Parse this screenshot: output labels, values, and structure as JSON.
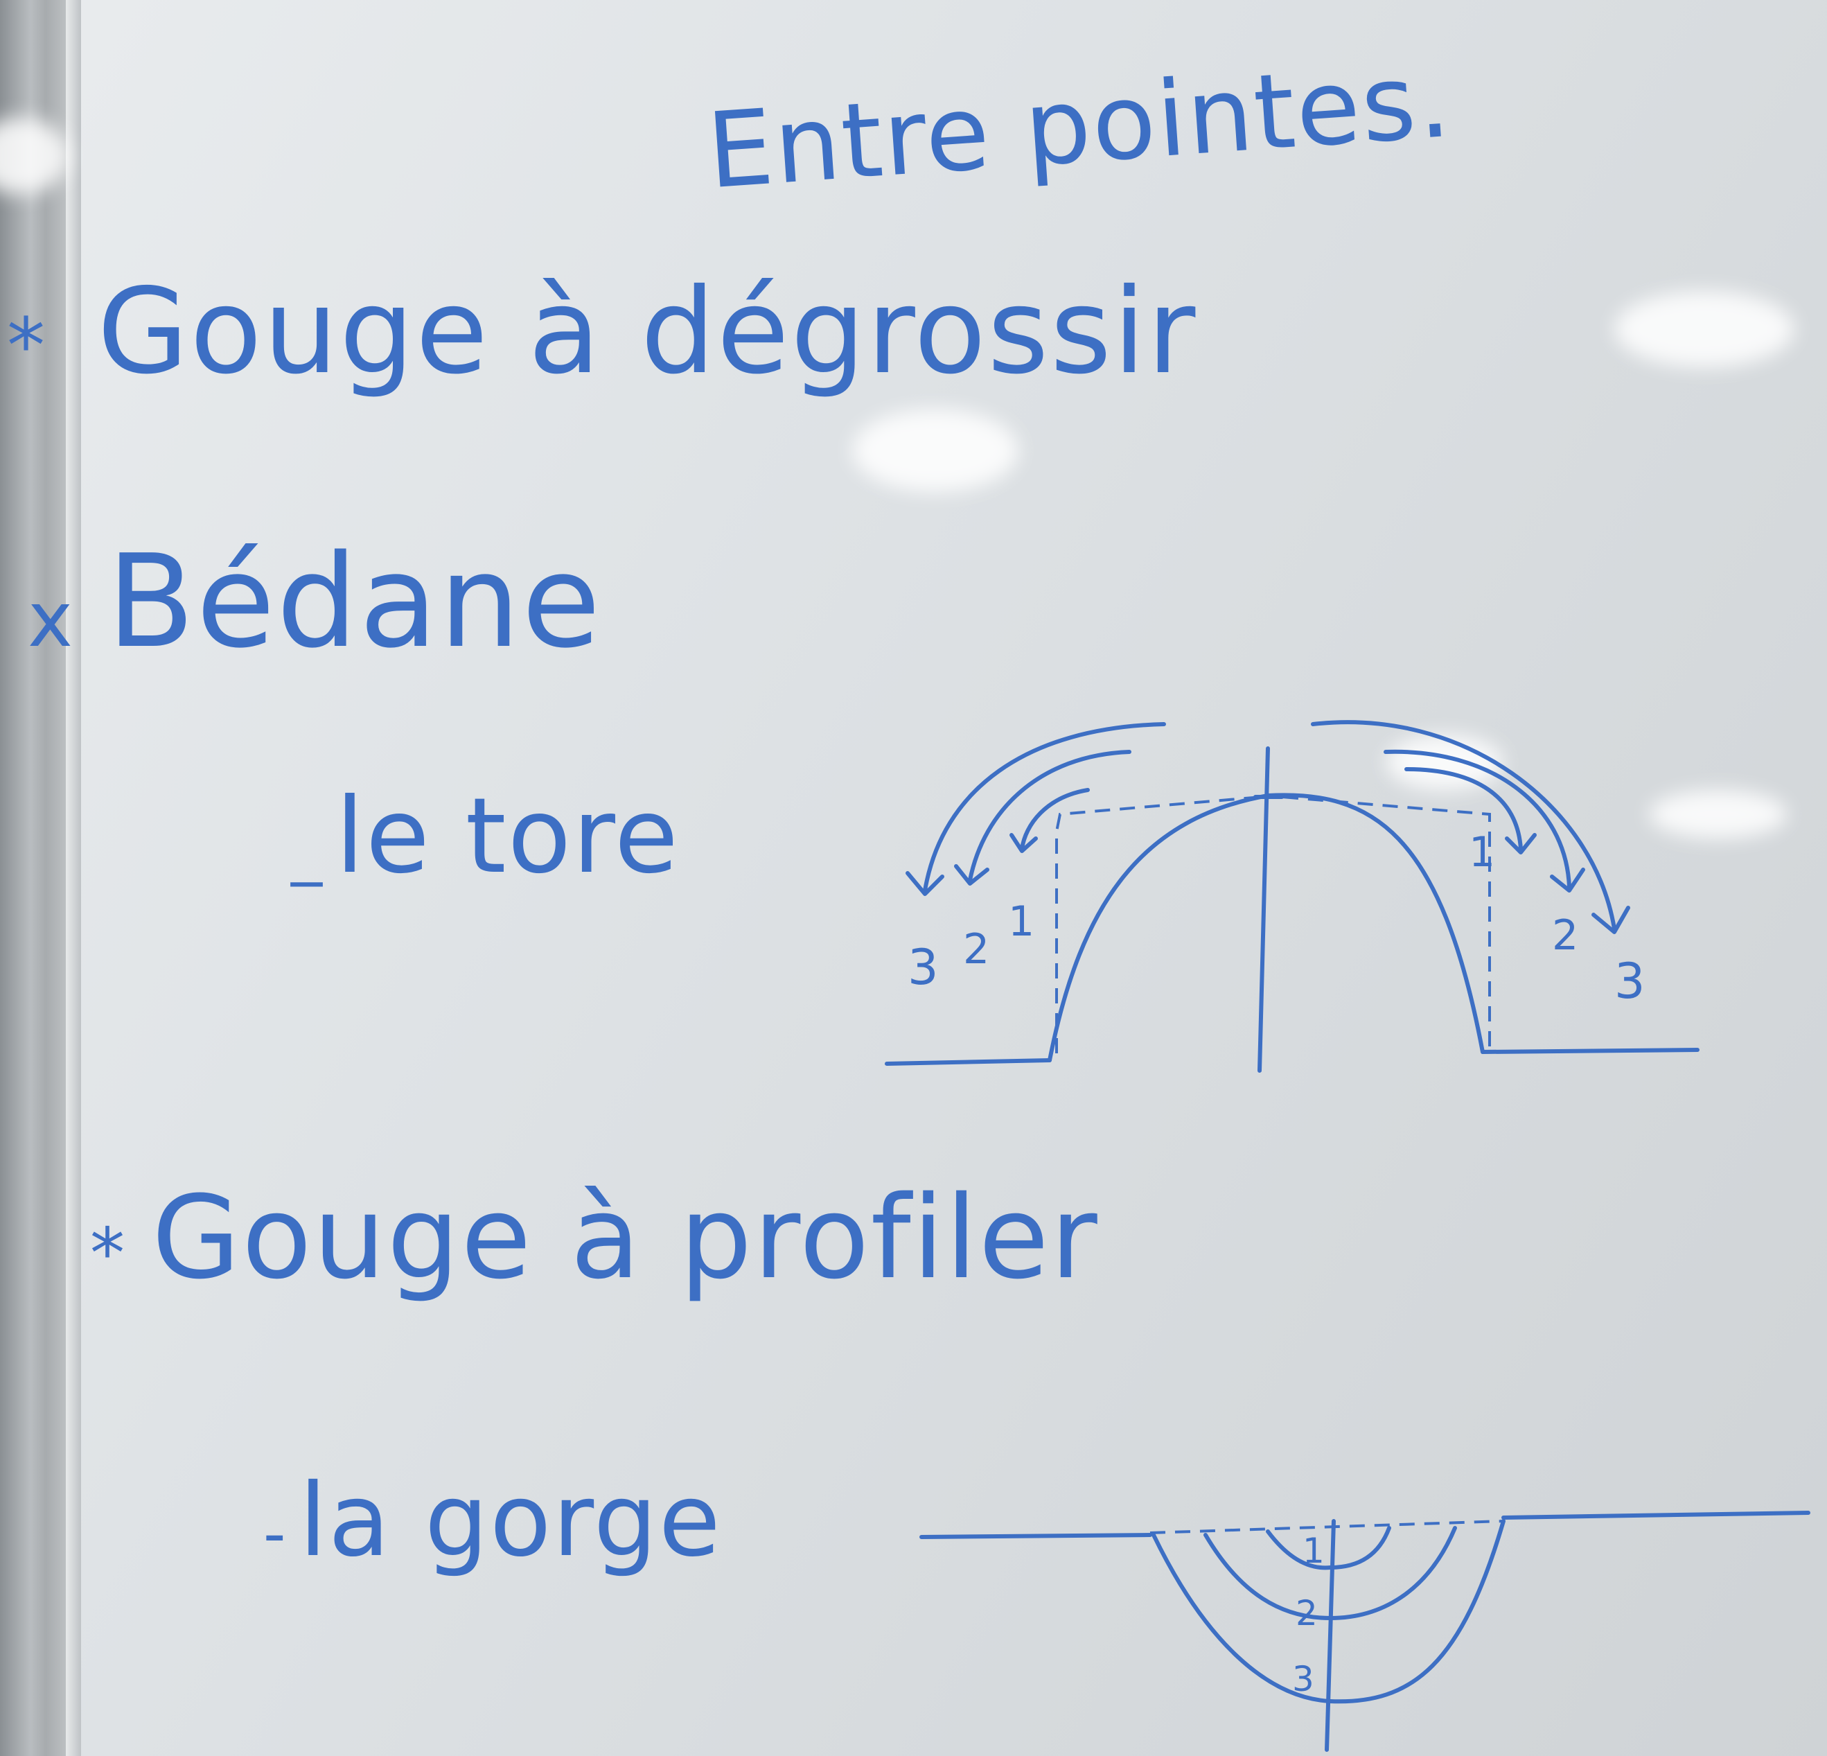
{
  "board": {
    "title": "Entre pointes.",
    "lines": [
      {
        "bullet": "*",
        "text": "Gouge à dégrossir"
      },
      {
        "bullet": "x",
        "text": "Bédane"
      },
      {
        "bullet": "_",
        "text": "le tore"
      },
      {
        "bullet": "*",
        "text": "Gouge à profiler"
      },
      {
        "bullet": "-",
        "text": "la gorge"
      }
    ]
  },
  "diagram_tore": {
    "left_labels": [
      "3",
      "2",
      "1"
    ],
    "right_labels": [
      "1",
      "2",
      "3"
    ]
  },
  "diagram_gorge": {
    "labels": [
      "1",
      "2",
      "3"
    ]
  },
  "colors": {
    "ink": "#3d6fc4",
    "board": "#e2e5e8"
  }
}
